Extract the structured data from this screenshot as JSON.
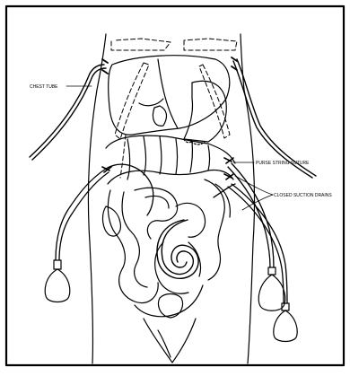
{
  "figure": {
    "labels": {
      "chest_tube": "CHEST TUBE",
      "purse_string_suture": "PURSE STRING SUTURE",
      "closed_suction_drains": "CLOSED SUCTION DRAINS"
    },
    "colors": {
      "line": "#000000",
      "background": "#ffffff"
    }
  }
}
